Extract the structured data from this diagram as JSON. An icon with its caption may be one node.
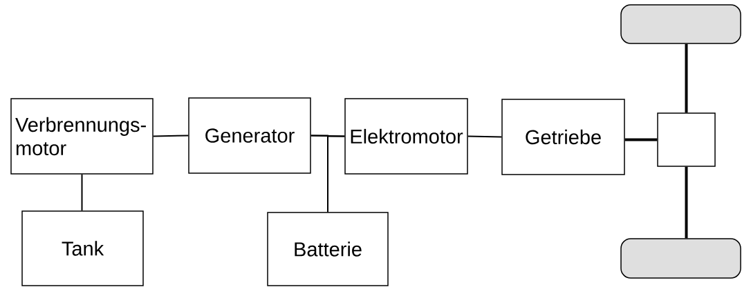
{
  "diagram": {
    "nodes": [
      {
        "text": [],
        "shape": "box"
      },
      {
        "text": [
          "Verbrennungs- motor"
        ]
      },
      {
        "text": [
          "Generator"
        ]
      },
      {
        "text": [
          "Elektromotor"
        ]
      },
      {
        "text": [
          "Getriebe"
        ]
      },
      {
        "text": [],
        "shape": "box"
      },
      {
        "text": [
          "Tank"
        ]
      },
      {
        "text": [
          "Batterie"
        ]
      },
      {
        "text": [],
        "shape": "box"
      }
    ],
    "edges": [
      {
        "from": 1,
        "to": 2,
        "arrow": "none"
      },
      {
        "from": 2,
        "to": 3,
        "arrow": "none"
      },
      {
        "from": 7,
        "to": 2,
        "arrow": "none"
      },
      {
        "from": 7,
        "to": 3,
        "arrow": "none"
      },
      {
        "from": 3,
        "to": 4,
        "arrow": "none"
      },
      {
        "from": 1,
        "to": 6,
        "arrow": "none"
      },
      {
        "from": 4,
        "to": 5,
        "arrow": "none",
        "style": "thick"
      },
      {
        "from": 5,
        "to": 0,
        "arrow": "none",
        "style": "thick"
      },
      {
        "from": 5,
        "to": 8,
        "arrow": "none",
        "style": "thick"
      }
    ]
  }
}
